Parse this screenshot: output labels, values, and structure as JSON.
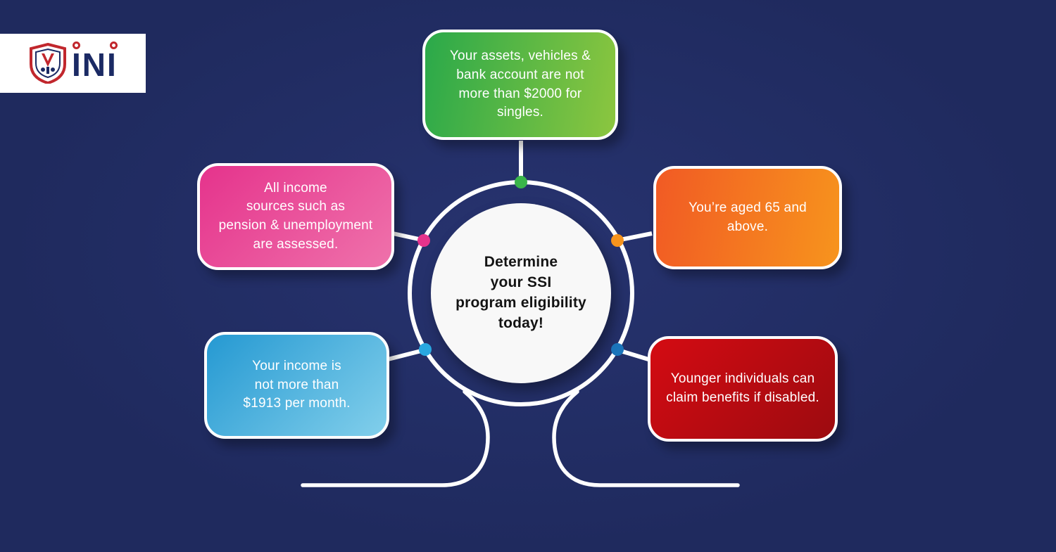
{
  "page": {
    "background_color": "#212b62"
  },
  "logo": {
    "text": "INI",
    "shield_icon": "shield-emblem",
    "primary_color": "#1b2a64",
    "accent_color": "#c1272d"
  },
  "center": {
    "title": "Determine\nyour SSI\nprogram eligibility\ntoday!"
  },
  "nodes": [
    {
      "id": "assets",
      "text": "Your assets, vehicles &\nbank account are not\nmore than $2000 for\nsingles.",
      "color_start": "#2aa94a",
      "color_end": "#8cc63f",
      "dot_color": "#3ab54a",
      "position": "top"
    },
    {
      "id": "income-sources",
      "text": "All income\nsources such as\npension & unemployment\nare assessed.",
      "color_start": "#e5338c",
      "color_end": "#ef72ab",
      "dot_color": "#e5338c",
      "position": "upper-left"
    },
    {
      "id": "age",
      "text": "You’re aged 65 and above.",
      "color_start": "#f15a24",
      "color_end": "#f7941d",
      "dot_color": "#f7941d",
      "position": "upper-right"
    },
    {
      "id": "income-limit",
      "text": "Your income is\nnot more than\n$1913 per month.",
      "color_start": "#2599d2",
      "color_end": "#82cfeb",
      "dot_color": "#29a8e0",
      "position": "lower-left"
    },
    {
      "id": "disabled",
      "text": "Younger individuals can\nclaim benefits if disabled.",
      "color_start": "#d40b12",
      "color_end": "#9c0b10",
      "dot_color": "#1b75bb",
      "position": "lower-right"
    }
  ]
}
